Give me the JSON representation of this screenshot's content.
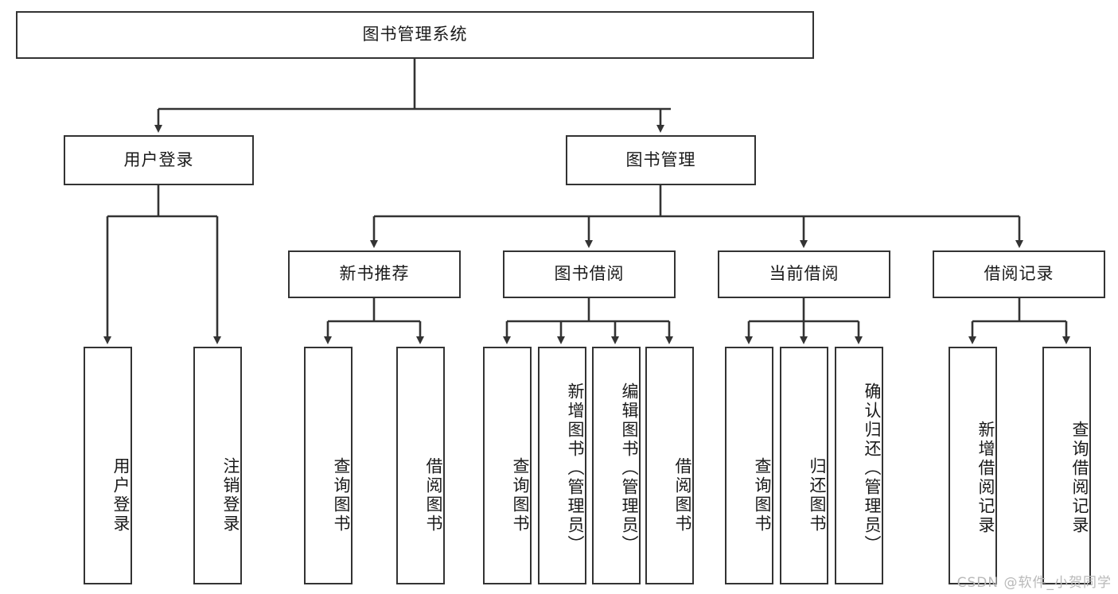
{
  "diagram": {
    "title_node": {
      "label": "图书管理系统"
    },
    "level2": [
      {
        "id": "user-login",
        "label": "用户登录"
      },
      {
        "id": "book-management",
        "label": "图书管理"
      }
    ],
    "level3": [
      {
        "id": "new-book-recommend",
        "label": "新书推荐"
      },
      {
        "id": "book-borrow",
        "label": "图书借阅"
      },
      {
        "id": "current-borrow",
        "label": "当前借阅"
      },
      {
        "id": "borrow-record",
        "label": "借阅记录"
      }
    ],
    "leaves": [
      {
        "id": "leaf-user-login",
        "label": "用户登录",
        "parent": "user-login"
      },
      {
        "id": "leaf-logout-login",
        "label": "注销登录",
        "parent": "user-login"
      },
      {
        "id": "leaf-query-book-1",
        "label": "查询图书",
        "parent": "new-book-recommend"
      },
      {
        "id": "leaf-borrow-book-1",
        "label": "借阅图书",
        "parent": "new-book-recommend"
      },
      {
        "id": "leaf-query-book-2",
        "label": "查询图书",
        "parent": "book-borrow"
      },
      {
        "id": "leaf-add-book",
        "label": "新增图书（管理员）",
        "parent": "book-borrow"
      },
      {
        "id": "leaf-edit-book",
        "label": "编辑图书（管理员）",
        "parent": "book-borrow"
      },
      {
        "id": "leaf-borrow-book-2",
        "label": "借阅图书",
        "parent": "book-borrow"
      },
      {
        "id": "leaf-query-book-3",
        "label": "查询图书",
        "parent": "current-borrow"
      },
      {
        "id": "leaf-return-book",
        "label": "归还图书",
        "parent": "current-borrow"
      },
      {
        "id": "leaf-confirm-return",
        "label": "确认归还（管理员）",
        "parent": "current-borrow"
      },
      {
        "id": "leaf-add-record",
        "label": "新增借阅记录",
        "parent": "borrow-record"
      },
      {
        "id": "leaf-query-record",
        "label": "查询借阅记录",
        "parent": "borrow-record"
      }
    ],
    "watermark": "CSDN @软件_小贺同学",
    "colors": {
      "stroke": "#333333",
      "background": "#ffffff",
      "text": "#1a1a1a",
      "watermark": "#b9b9b9"
    }
  }
}
